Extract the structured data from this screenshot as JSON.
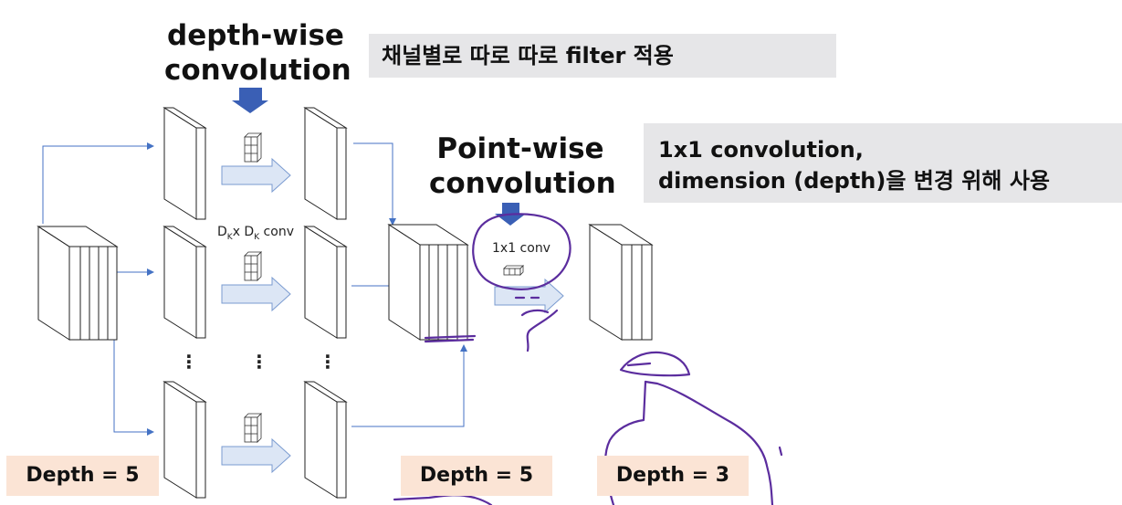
{
  "titles": {
    "depthwise_line1": "depth-wise",
    "depthwise_line2": "convolution",
    "pointwise_line1": "Point-wise",
    "pointwise_line2": "convolution"
  },
  "notes": {
    "depthwise_note": "채널별로 따로 따로 filter 적용",
    "pointwise_note_line1": "1x1 convolution,",
    "pointwise_note_line2": "dimension (depth)을 변경 위해 사용"
  },
  "labels": {
    "dk_conv": "D",
    "dk_sub": "K",
    "dk_x": "x D",
    "dk_sub2": "K",
    "dk_conv_tail": " conv",
    "one_by_one_conv": "1x1 conv",
    "dots": "⋮"
  },
  "depth_badges": {
    "input": "Depth = 5",
    "middle": "Depth = 5",
    "output": "Depth = 3"
  },
  "colors": {
    "arrow_blue": "#4472c4",
    "block_arrow_fill": "#dce6f5",
    "block_arrow_stroke": "#7a9bd0",
    "down_arrow": "#3a5fb5",
    "annotation_purple": "#5b2d9e",
    "note_bg": "#e6e6e8",
    "depth_bg": "#fbe4d5"
  }
}
